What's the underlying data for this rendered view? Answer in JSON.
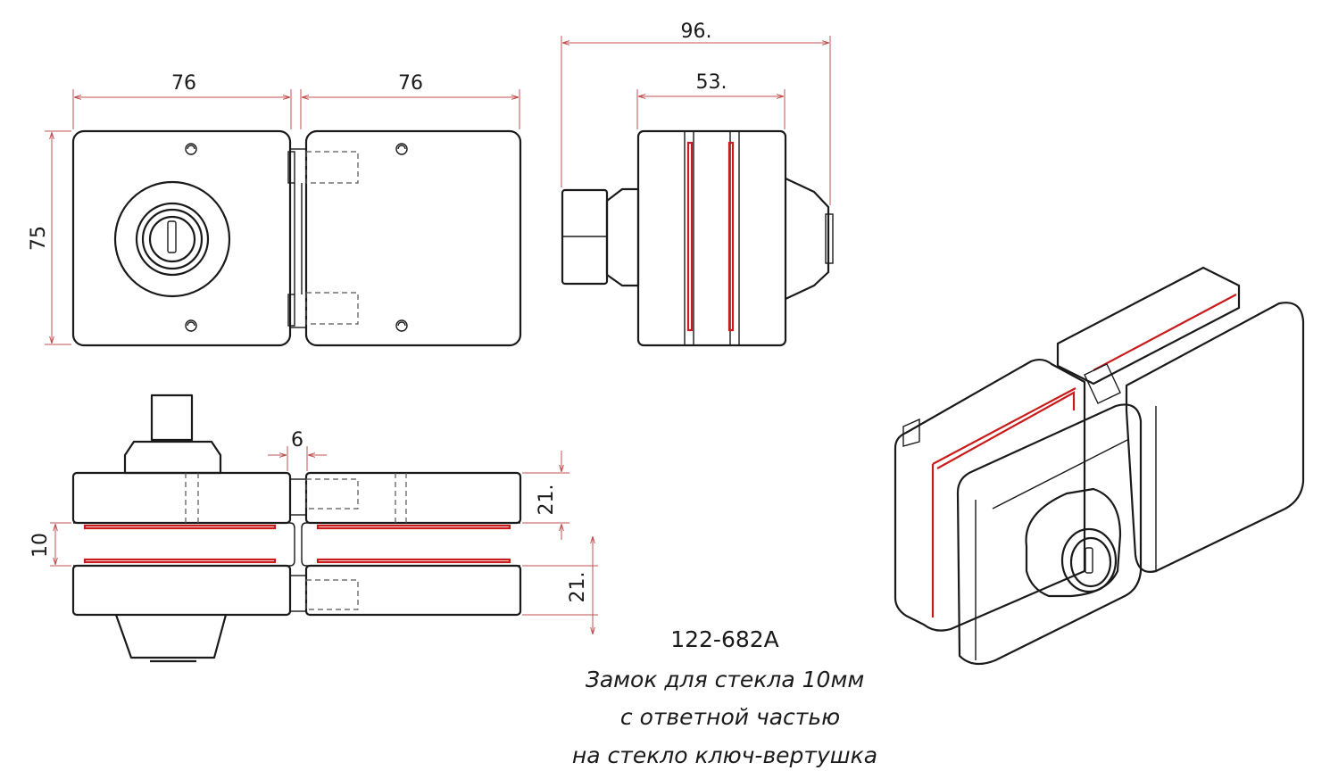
{
  "dimensions": {
    "top_left_width": "76",
    "top_right_width": "76",
    "height": "75",
    "side_total_width": "96.",
    "side_body_width": "53.",
    "gap": "6",
    "glass": "10",
    "plate_upper": "21.",
    "plate_lower": "21."
  },
  "caption": {
    "code": "122-682A",
    "line1": "Замок для стекла 10мм",
    "line2": "с ответной частью",
    "line3": "на стекло ключ-вертушка"
  },
  "colors": {
    "line": "#1a1a1a",
    "dimension": "#c05050",
    "glass_gasket": "#c91b1b"
  }
}
